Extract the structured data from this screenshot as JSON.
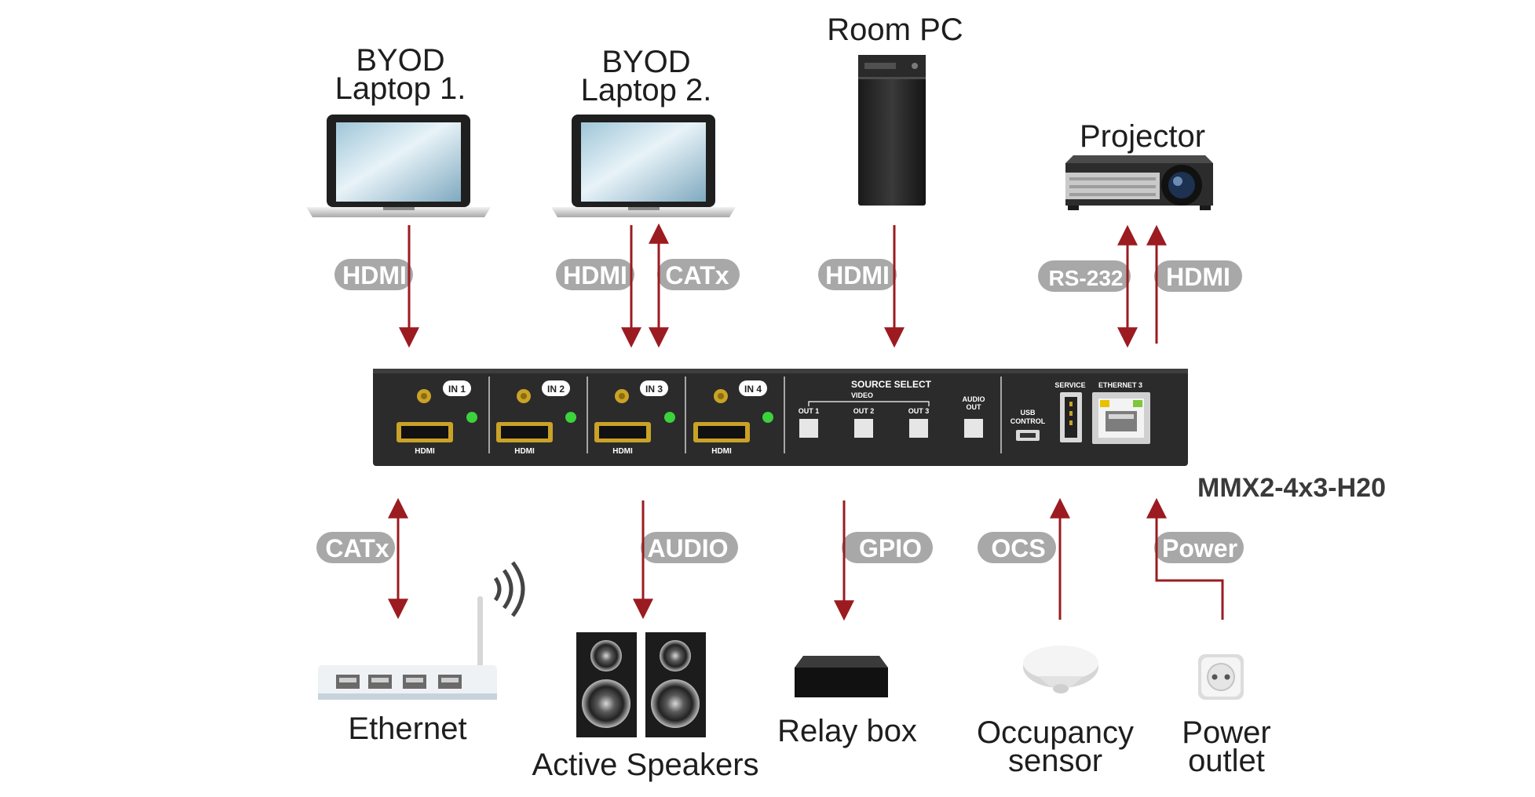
{
  "devices": {
    "laptop1": {
      "line1": "BYOD",
      "line2": "Laptop 1."
    },
    "laptop2": {
      "line1": "BYOD",
      "line2": "Laptop 2."
    },
    "room_pc": "Room PC",
    "projector": "Projector",
    "ethernet": "Ethernet",
    "speakers": "Active Speakers",
    "relay_box": "Relay box",
    "occupancy": {
      "line1": "Occupancy",
      "line2": "sensor"
    },
    "power_outlet": {
      "line1": "Power",
      "line2": "outlet"
    }
  },
  "connections": {
    "laptop1_hdmi": "HDMI",
    "laptop2_hdmi": "HDMI",
    "laptop2_catx": "CATx",
    "roompc_hdmi": "HDMI",
    "projector_rs232": "RS-232",
    "projector_hdmi": "HDMI",
    "ethernet_catx": "CATx",
    "speakers_audio": "AUDIO",
    "relay_gpio": "GPIO",
    "occupancy_ocs": "OCS",
    "outlet_power": "Power"
  },
  "panel": {
    "inputs": [
      "IN 1",
      "IN 2",
      "IN 3",
      "IN 4"
    ],
    "hdmi_label": "HDMI",
    "source_select": "SOURCE SELECT",
    "video": "VIDEO",
    "outputs": [
      "OUT 1",
      "OUT 2",
      "OUT 3"
    ],
    "audio_out_line1": "AUDIO",
    "audio_out_line2": "OUT",
    "usb_control_line1": "USB",
    "usb_control_line2": "CONTROL",
    "service": "SERVICE",
    "ethernet3": "ETHERNET 3"
  },
  "model": "MMX2-4x3-H20",
  "colors": {
    "arrow": "#9b1b20",
    "pill": "#a8a8a8",
    "panel": "#2b2b2b",
    "led": "#3bd23b"
  }
}
